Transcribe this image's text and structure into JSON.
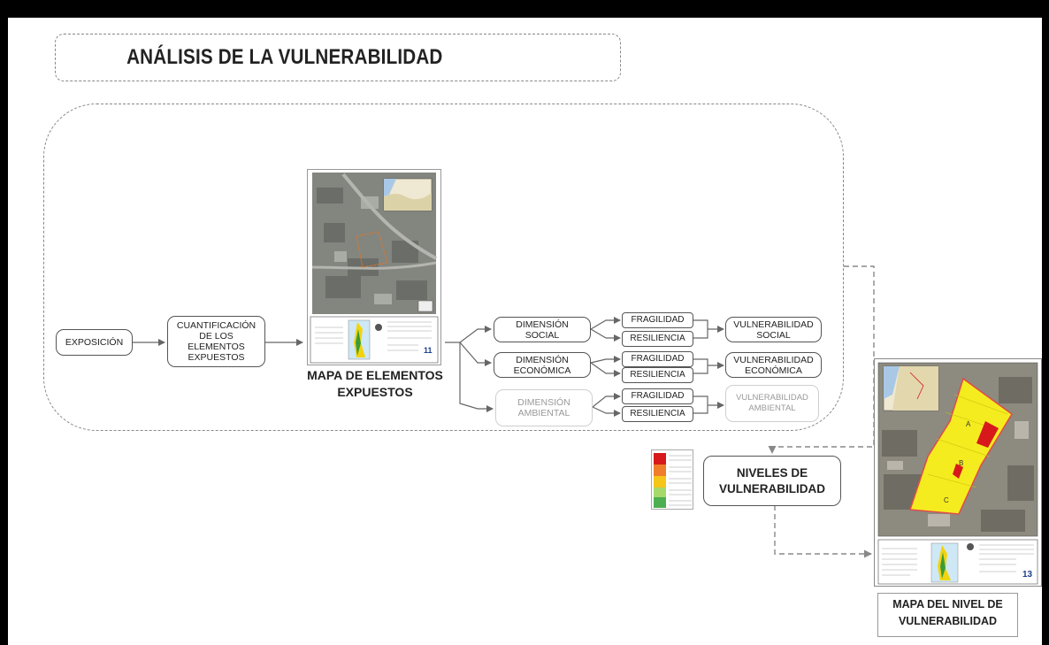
{
  "title": "ANÁLISIS DE LA VULNERABILIDAD",
  "nodes": {
    "exposicion": "EXPOSICIÓN",
    "cuantificacion": "CUANTIFICACIÓN DE LOS ELEMENTOS EXPUESTOS",
    "dim_social": "DIMENSIÓN SOCIAL",
    "dim_economica": "DIMENSIÓN ECONÓMICA",
    "dim_ambiental": "DIMENSIÓN AMBIENTAL",
    "fragilidad_1": "FRAGILIDAD",
    "resiliencia_1": "RESILIENCIA",
    "fragilidad_2": "FRAGILIDAD",
    "resiliencia_2": "RESILIENCIA",
    "fragilidad_3": "FRAGILIDAD",
    "resiliencia_3": "RESILIENCIA",
    "vuln_social": "VULNERABILIDAD SOCIAL",
    "vuln_economica": "VULNERABILIDAD ECONÓMICA",
    "vuln_ambiental": "VULNERABILIDAD AMBIENTAL",
    "niveles": "NIVELES DE VULNERABILIDAD"
  },
  "labels": {
    "mapa_elementos": "MAPA DE ELEMENTOS EXPUESTOS",
    "mapa_nivel": "MAPA DEL NIVEL DE VULNERABILIDAD"
  },
  "map_numbers": {
    "elementos": "11",
    "nivel": "13"
  },
  "colors": {
    "dashed_border": "#888888",
    "risk_levels": [
      "#d7191c",
      "#f07d2a",
      "#f5c518",
      "#a6d96a",
      "#4caf50"
    ]
  }
}
